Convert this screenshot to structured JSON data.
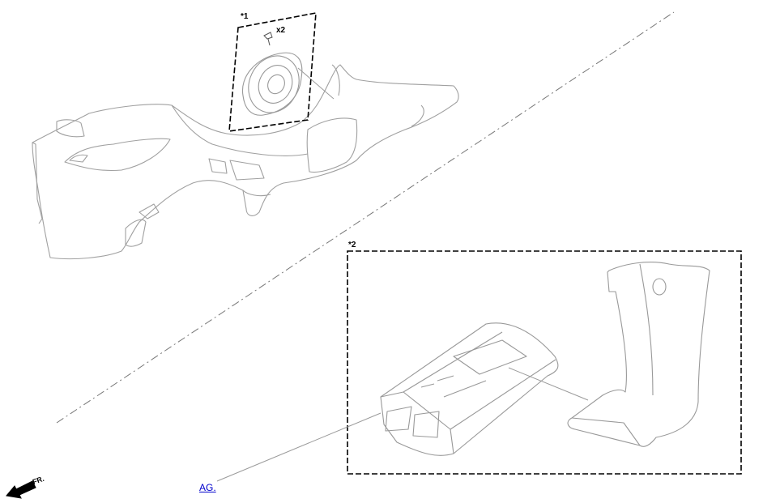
{
  "callouts": {
    "callout_1": "*1",
    "callout_2": "*2",
    "qty": "x2"
  },
  "link": {
    "text": "AG."
  },
  "direction": {
    "label": "FR."
  },
  "colors": {
    "line": "#9a9a9a",
    "frame": "#000000",
    "link": "#0000cc"
  },
  "icons": [
    "front-direction-arrow-icon"
  ]
}
